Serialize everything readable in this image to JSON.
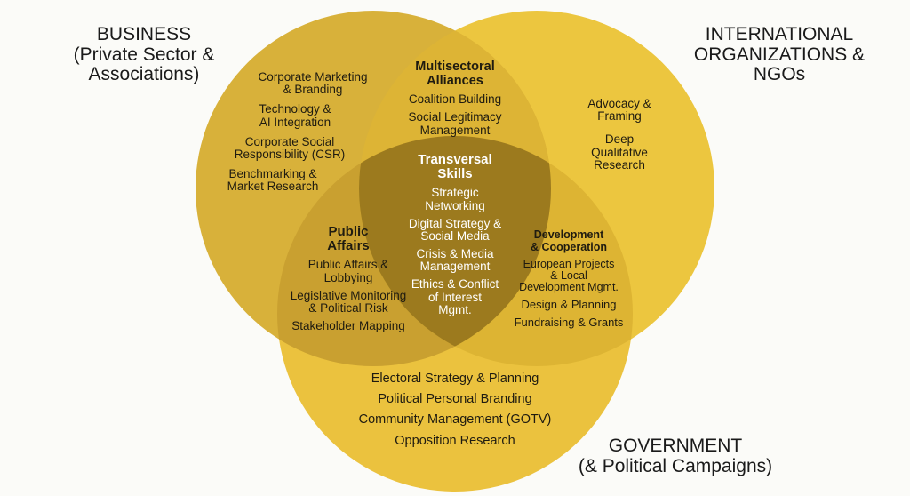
{
  "diagram": {
    "type": "venn-3",
    "colors": {
      "background": "#fbfbf8",
      "business_circle": "#D8B13A",
      "international_circle": "#ECC63F",
      "government_circle": "#EBC23E",
      "pairwise_overlap": "#C9A030",
      "center_overlap": "#9C7A1E"
    },
    "sets": {
      "business": {
        "title": "BUSINESS\n(Private Sector &\nAssociations)",
        "items": [
          "Corporate Marketing\n& Branding",
          "Technology &\nAI Integration",
          "Corporate Social\nResponsibility (CSR)",
          "Benchmarking &\nMarket Research"
        ]
      },
      "international": {
        "title": "INTERNATIONAL\nORGANIZATIONS &\nNGOs",
        "items": [
          "Advocacy &\nFraming",
          "Deep\nQualitative\nResearch"
        ]
      },
      "government": {
        "title": "GOVERNMENT\n(& Political Campaigns)",
        "items": [
          "Electoral Strategy & Planning",
          "Political Personal Branding",
          "Community Management (GOTV)",
          "Opposition Research"
        ]
      }
    },
    "intersections": {
      "business_international": {
        "title": "Multisectoral\nAlliances",
        "items": [
          "Coalition Building",
          "Social Legitimacy\nManagement"
        ]
      },
      "business_government": {
        "title": "Public\nAffairs",
        "items": [
          "Public Affairs &\nLobbying",
          "Legislative Monitoring\n& Political Risk",
          "Stakeholder Mapping"
        ]
      },
      "international_government": {
        "title": "Development\n& Cooperation",
        "items": [
          "European Projects\n& Local\nDevelopment Mgmt.",
          "Design & Planning",
          "Fundraising & Grants"
        ]
      },
      "all": {
        "title": "Transversal\nSkills",
        "items": [
          "Strategic\nNetworking",
          "Digital Strategy &\nSocial Media",
          "Crisis & Media\nManagement",
          "Ethics & Conflict\nof Interest\nMgmt."
        ]
      }
    }
  }
}
